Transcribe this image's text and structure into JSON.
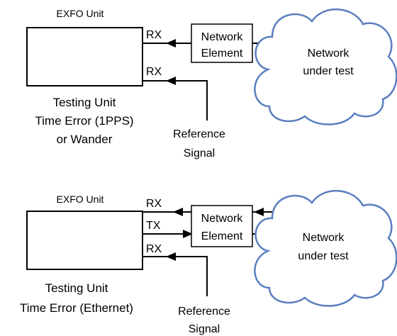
{
  "top": {
    "unit_title": "EXFO Unit",
    "rx1": "RX",
    "rx2": "RX",
    "ne_line1": "Network",
    "ne_line2": "Element",
    "cloud_line1": "Network",
    "cloud_line2": "under test",
    "caption_line1": "Testing Unit",
    "caption_line2": "Time Error (1PPS)",
    "caption_line3": "or Wander",
    "ref_line1": "Reference",
    "ref_line2": "Signal"
  },
  "bottom": {
    "unit_title": "EXFO Unit",
    "rx1": "RX",
    "tx": "TX",
    "rx2": "RX",
    "ne_line1": "Network",
    "ne_line2": "Element",
    "cloud_line1": "Network",
    "cloud_line2": "under test",
    "caption_line1": "Testing Unit",
    "caption_line2": "Time Error (Ethernet)",
    "ref_line1": "Reference",
    "ref_line2": "Signal"
  }
}
